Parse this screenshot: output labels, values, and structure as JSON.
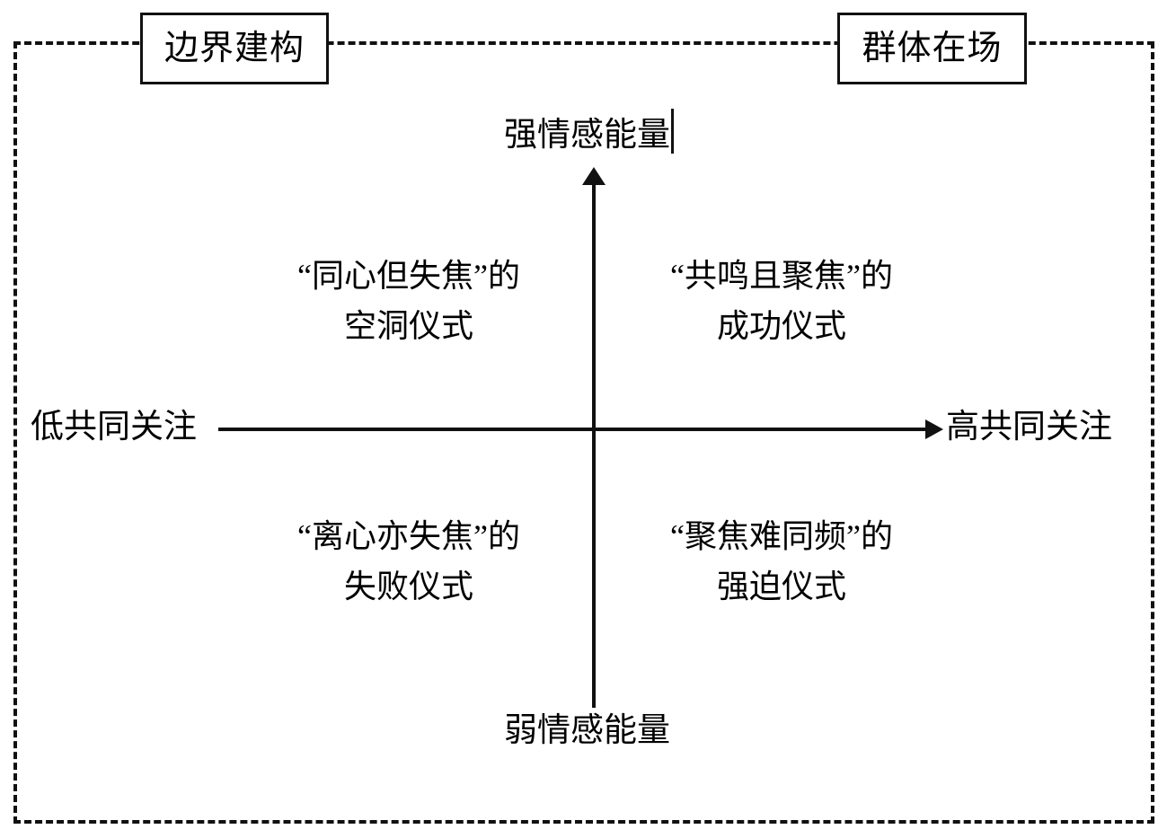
{
  "diagram": {
    "type": "2x2-quadrant-matrix",
    "frame": {
      "style": "dashed",
      "color": "#111111"
    },
    "corner_boxes": [
      {
        "name": "boundary-construction",
        "label": "边界建构",
        "position": "top-left"
      },
      {
        "name": "group-copresence",
        "label": "群体在场",
        "position": "top-right"
      }
    ],
    "axes": {
      "vertical": {
        "top_label": "强情感能量",
        "bottom_label": "弱情感能量",
        "has_arrow": true,
        "arrow_direction": "up"
      },
      "horizontal": {
        "left_label": "低共同关注",
        "right_label": "高共同关注",
        "has_arrow": true,
        "arrow_direction": "right"
      }
    },
    "quadrants": [
      {
        "name": "top-left",
        "line1": "“同心但失焦”的",
        "line2": "空洞仪式",
        "text": "“同心但失焦”的\n空洞仪式"
      },
      {
        "name": "top-right",
        "line1": "“共鸣且聚焦”的",
        "line2": "成功仪式",
        "text": "“共鸣且聚焦”的\n成功仪式"
      },
      {
        "name": "bottom-left",
        "line1": "“离心亦失焦”的",
        "line2": "失败仪式",
        "text": "“离心亦失焦”的\n失败仪式"
      },
      {
        "name": "bottom-right",
        "line1": "“聚焦难同频”的",
        "line2": "强迫仪式",
        "text": "“聚焦难同频”的\n强迫仪式"
      }
    ]
  }
}
